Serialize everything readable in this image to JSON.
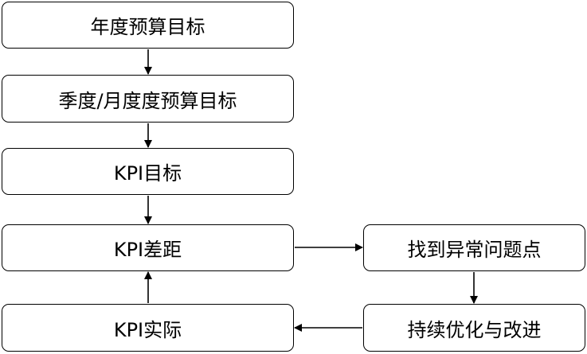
{
  "diagram": {
    "nodes": {
      "annual_budget_target": "年度预算目标",
      "quarterly_monthly_budget_target": "季度/月度度预算目标",
      "kpi_target": "KPI目标",
      "kpi_gap": "KPI差距",
      "kpi_actual": "KPI实际",
      "find_anomalies": "找到异常问题点",
      "continuous_improvement": "持续优化与改进"
    },
    "edges": [
      [
        "annual_budget_target",
        "quarterly_monthly_budget_target"
      ],
      [
        "quarterly_monthly_budget_target",
        "kpi_target"
      ],
      [
        "kpi_target",
        "kpi_gap"
      ],
      [
        "kpi_actual",
        "kpi_gap"
      ],
      [
        "kpi_gap",
        "find_anomalies"
      ],
      [
        "find_anomalies",
        "continuous_improvement"
      ],
      [
        "continuous_improvement",
        "kpi_actual"
      ]
    ]
  }
}
